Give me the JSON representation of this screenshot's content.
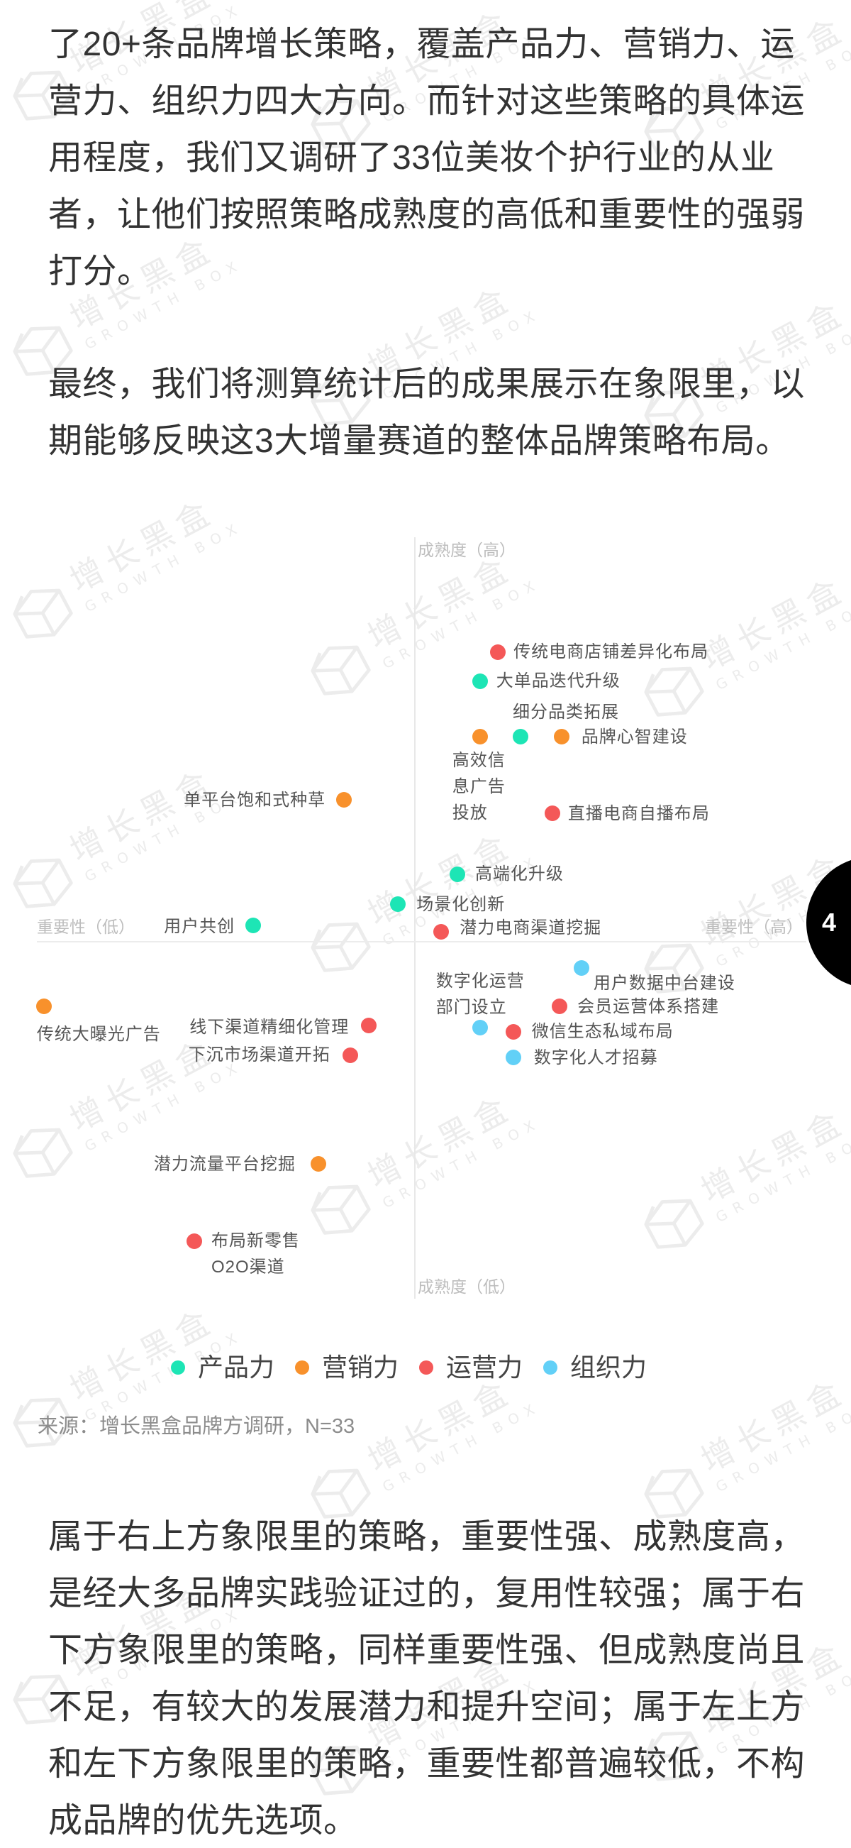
{
  "article": {
    "paragraphs": [
      {
        "lines": [
          "了20+条品牌增长策略，覆盖产品力、营销力、运",
          "营力、组织力四大方向。而针对这些策略的具体运",
          "用程度，我们又调研了33位美妆个护行业的从业",
          "者，让他们按照策略成熟度的高低和重要性的强弱",
          "打分。"
        ]
      },
      {
        "lines": [
          "最终，我们将测算统计后的成果展示在象限里，以",
          "期能够反映这3大增量赛道的整体品牌策略布局。"
        ]
      },
      {
        "lines": [
          "属于右上方象限里的策略，重要性强、成熟度高，",
          "是经大多品牌实践验证过的，复用性较强；属于右",
          "下方象限里的策略，同样重要性强、但成熟度尚且",
          "不足，有较大的发展潜力和提升空间；属于左上方",
          "和左下方象限里的策略，重要性都普遍较低，不构",
          "成品牌的优先选项。"
        ]
      }
    ]
  },
  "chart_data": {
    "type": "scatter",
    "subtype": "quadrant",
    "title": "",
    "x_axis": {
      "name": "重要性",
      "low_label": "重要性（低）",
      "high_label": "重要性（高）",
      "range": [
        -99,
        101
      ]
    },
    "y_axis": {
      "name": "成熟度",
      "low_label": "成熟度（低）",
      "high_label": "成熟度（高）",
      "range": [
        -93,
        106
      ]
    },
    "grid": false,
    "legend_position": "bottom",
    "series": [
      {
        "name": "产品力",
        "color": "#1DE5B5"
      },
      {
        "name": "营销力",
        "color": "#F8912C"
      },
      {
        "name": "运营力",
        "color": "#F45858"
      },
      {
        "name": "组织力",
        "color": "#62D0F7"
      }
    ],
    "points": [
      {
        "name": "传统电商店铺差异化布局",
        "series": "运营力",
        "x": 21.7,
        "y": 75.6,
        "label_lines": [
          "传统电商店铺差异化布局"
        ],
        "label_pos": {
          "anchor": "start",
          "dx": 22,
          "dy": 0
        }
      },
      {
        "name": "大单品迭代升级",
        "series": "产品力",
        "x": 17.0,
        "y": 68.0,
        "label_lines": [
          "大单品迭代升级"
        ],
        "label_pos": {
          "anchor": "start",
          "dx": 23,
          "dy": 0
        }
      },
      {
        "name": "细分品类拓展",
        "series": "产品力",
        "x": 27.6,
        "y": 53.5,
        "label_lines": [
          "细分品类拓展"
        ],
        "label_pos": {
          "anchor": "start",
          "dx": -11,
          "dy": -35
        }
      },
      {
        "name": "高效信息广告投放",
        "series": "营销力",
        "x": 17.0,
        "y": 53.5,
        "label_lines": [
          "高效信",
          "息广告",
          "投放"
        ],
        "label_pos": {
          "anchor": "start",
          "dx": -39,
          "dy": 33
        }
      },
      {
        "name": "品牌心智建设",
        "series": "营销力",
        "x": 38.3,
        "y": 53.5,
        "label_lines": [
          "品牌心智建设"
        ],
        "label_pos": {
          "anchor": "start",
          "dx": 28,
          "dy": 0
        }
      },
      {
        "name": "直播电商自播布局",
        "series": "运营力",
        "x": 35.9,
        "y": 33.5,
        "label_lines": [
          "直播电商自播布局"
        ],
        "label_pos": {
          "anchor": "start",
          "dx": 22,
          "dy": 0
        }
      },
      {
        "name": "单平台饱和式种草",
        "series": "营销力",
        "x": -18.5,
        "y": 37.0,
        "label_lines": [
          "单平台饱和式种草"
        ],
        "label_pos": {
          "anchor": "end",
          "dx": -26,
          "dy": 0
        }
      },
      {
        "name": "高端化升级",
        "series": "产品力",
        "x": 11.1,
        "y": 17.6,
        "label_lines": [
          "高端化升级"
        ],
        "label_pos": {
          "anchor": "start",
          "dx": 25,
          "dy": 0
        }
      },
      {
        "name": "场景化创新",
        "series": "产品力",
        "x": -4.4,
        "y": 9.8,
        "label_lines": [
          "场景化创新"
        ],
        "label_pos": {
          "anchor": "start",
          "dx": 26,
          "dy": 0
        }
      },
      {
        "name": "潜力电商渠道挖掘",
        "series": "运营力",
        "x": 6.9,
        "y": 2.6,
        "label_lines": [
          "潜力电商渠道挖掘"
        ],
        "label_pos": {
          "anchor": "start",
          "dx": 26,
          "dy": -5
        }
      },
      {
        "name": "用户共创",
        "series": "产品力",
        "x": -42.2,
        "y": 4.3,
        "label_lines": [
          "用户共创"
        ],
        "label_pos": {
          "anchor": "end",
          "dx": -26,
          "dy": 2
        }
      },
      {
        "name": "传统大曝光广告",
        "series": "营销力",
        "x": -96.9,
        "y": -16.9,
        "label_lines": [
          "传统大曝光广告"
        ],
        "label_pos": {
          "anchor": "start",
          "dx": -10,
          "dy": 39
        }
      },
      {
        "name": "线下渠道精细化管理",
        "series": "运营力",
        "x": -12.0,
        "y": -21.9,
        "label_lines": [
          "线下渠道精细化管理"
        ],
        "label_pos": {
          "anchor": "end",
          "dx": -28,
          "dy": 2
        }
      },
      {
        "name": "下沉市场渠道开拓",
        "series": "运营力",
        "x": -16.9,
        "y": -29.6,
        "label_lines": [
          "下沉市场渠道开拓"
        ],
        "label_pos": {
          "anchor": "end",
          "dx": -28,
          "dy": 0
        }
      },
      {
        "name": "用户数据中台建设",
        "series": "组织力",
        "x": 43.5,
        "y": -6.9,
        "label_lines": [
          "用户数据中台建设"
        ],
        "label_pos": {
          "anchor": "start",
          "dx": 17,
          "dy": 21
        }
      },
      {
        "name": "数字化运营部门设立",
        "series": "组织力",
        "x": 17.0,
        "y": -22.4,
        "label_lines": [
          "数字化运营",
          "部门设立"
        ],
        "label_pos": {
          "anchor": "start",
          "dx": -62,
          "dy": -65
        }
      },
      {
        "name": "会员运营体系搭建",
        "series": "运营力",
        "x": 37.8,
        "y": -16.9,
        "label_lines": [
          "会员运营体系搭建"
        ],
        "label_pos": {
          "anchor": "start",
          "dx": 25,
          "dy": 0
        }
      },
      {
        "name": "微信生态私域布局",
        "series": "运营力",
        "x": 25.7,
        "y": -23.5,
        "label_lines": [
          "微信生态私域布局"
        ],
        "label_pos": {
          "anchor": "start",
          "dx": 26,
          "dy": 0
        }
      },
      {
        "name": "数字化人才招募",
        "series": "组织力",
        "x": 25.7,
        "y": -30.2,
        "label_lines": [
          "数字化人才招募"
        ],
        "label_pos": {
          "anchor": "start",
          "dx": 29,
          "dy": 0
        }
      },
      {
        "name": "潜力流量平台挖掘",
        "series": "营销力",
        "x": -25.2,
        "y": -58.0,
        "label_lines": [
          "潜力流量平台挖掘"
        ],
        "label_pos": {
          "anchor": "end",
          "dx": -32,
          "dy": 0
        }
      },
      {
        "name": "布局新零售O2O渠道",
        "series": "运营力",
        "x": -57.6,
        "y": -78.1,
        "label_lines": [
          "布局新零售",
          "O2O渠道"
        ],
        "label_pos": {
          "anchor": "start",
          "dx": 24,
          "dy": 0
        }
      }
    ],
    "source": "来源：增长黑盒品牌方调研，N=33"
  },
  "watermark": {
    "cn": "增长黑盒",
    "en": "GROWTH BOX"
  },
  "page_indicator": {
    "number": "4"
  }
}
